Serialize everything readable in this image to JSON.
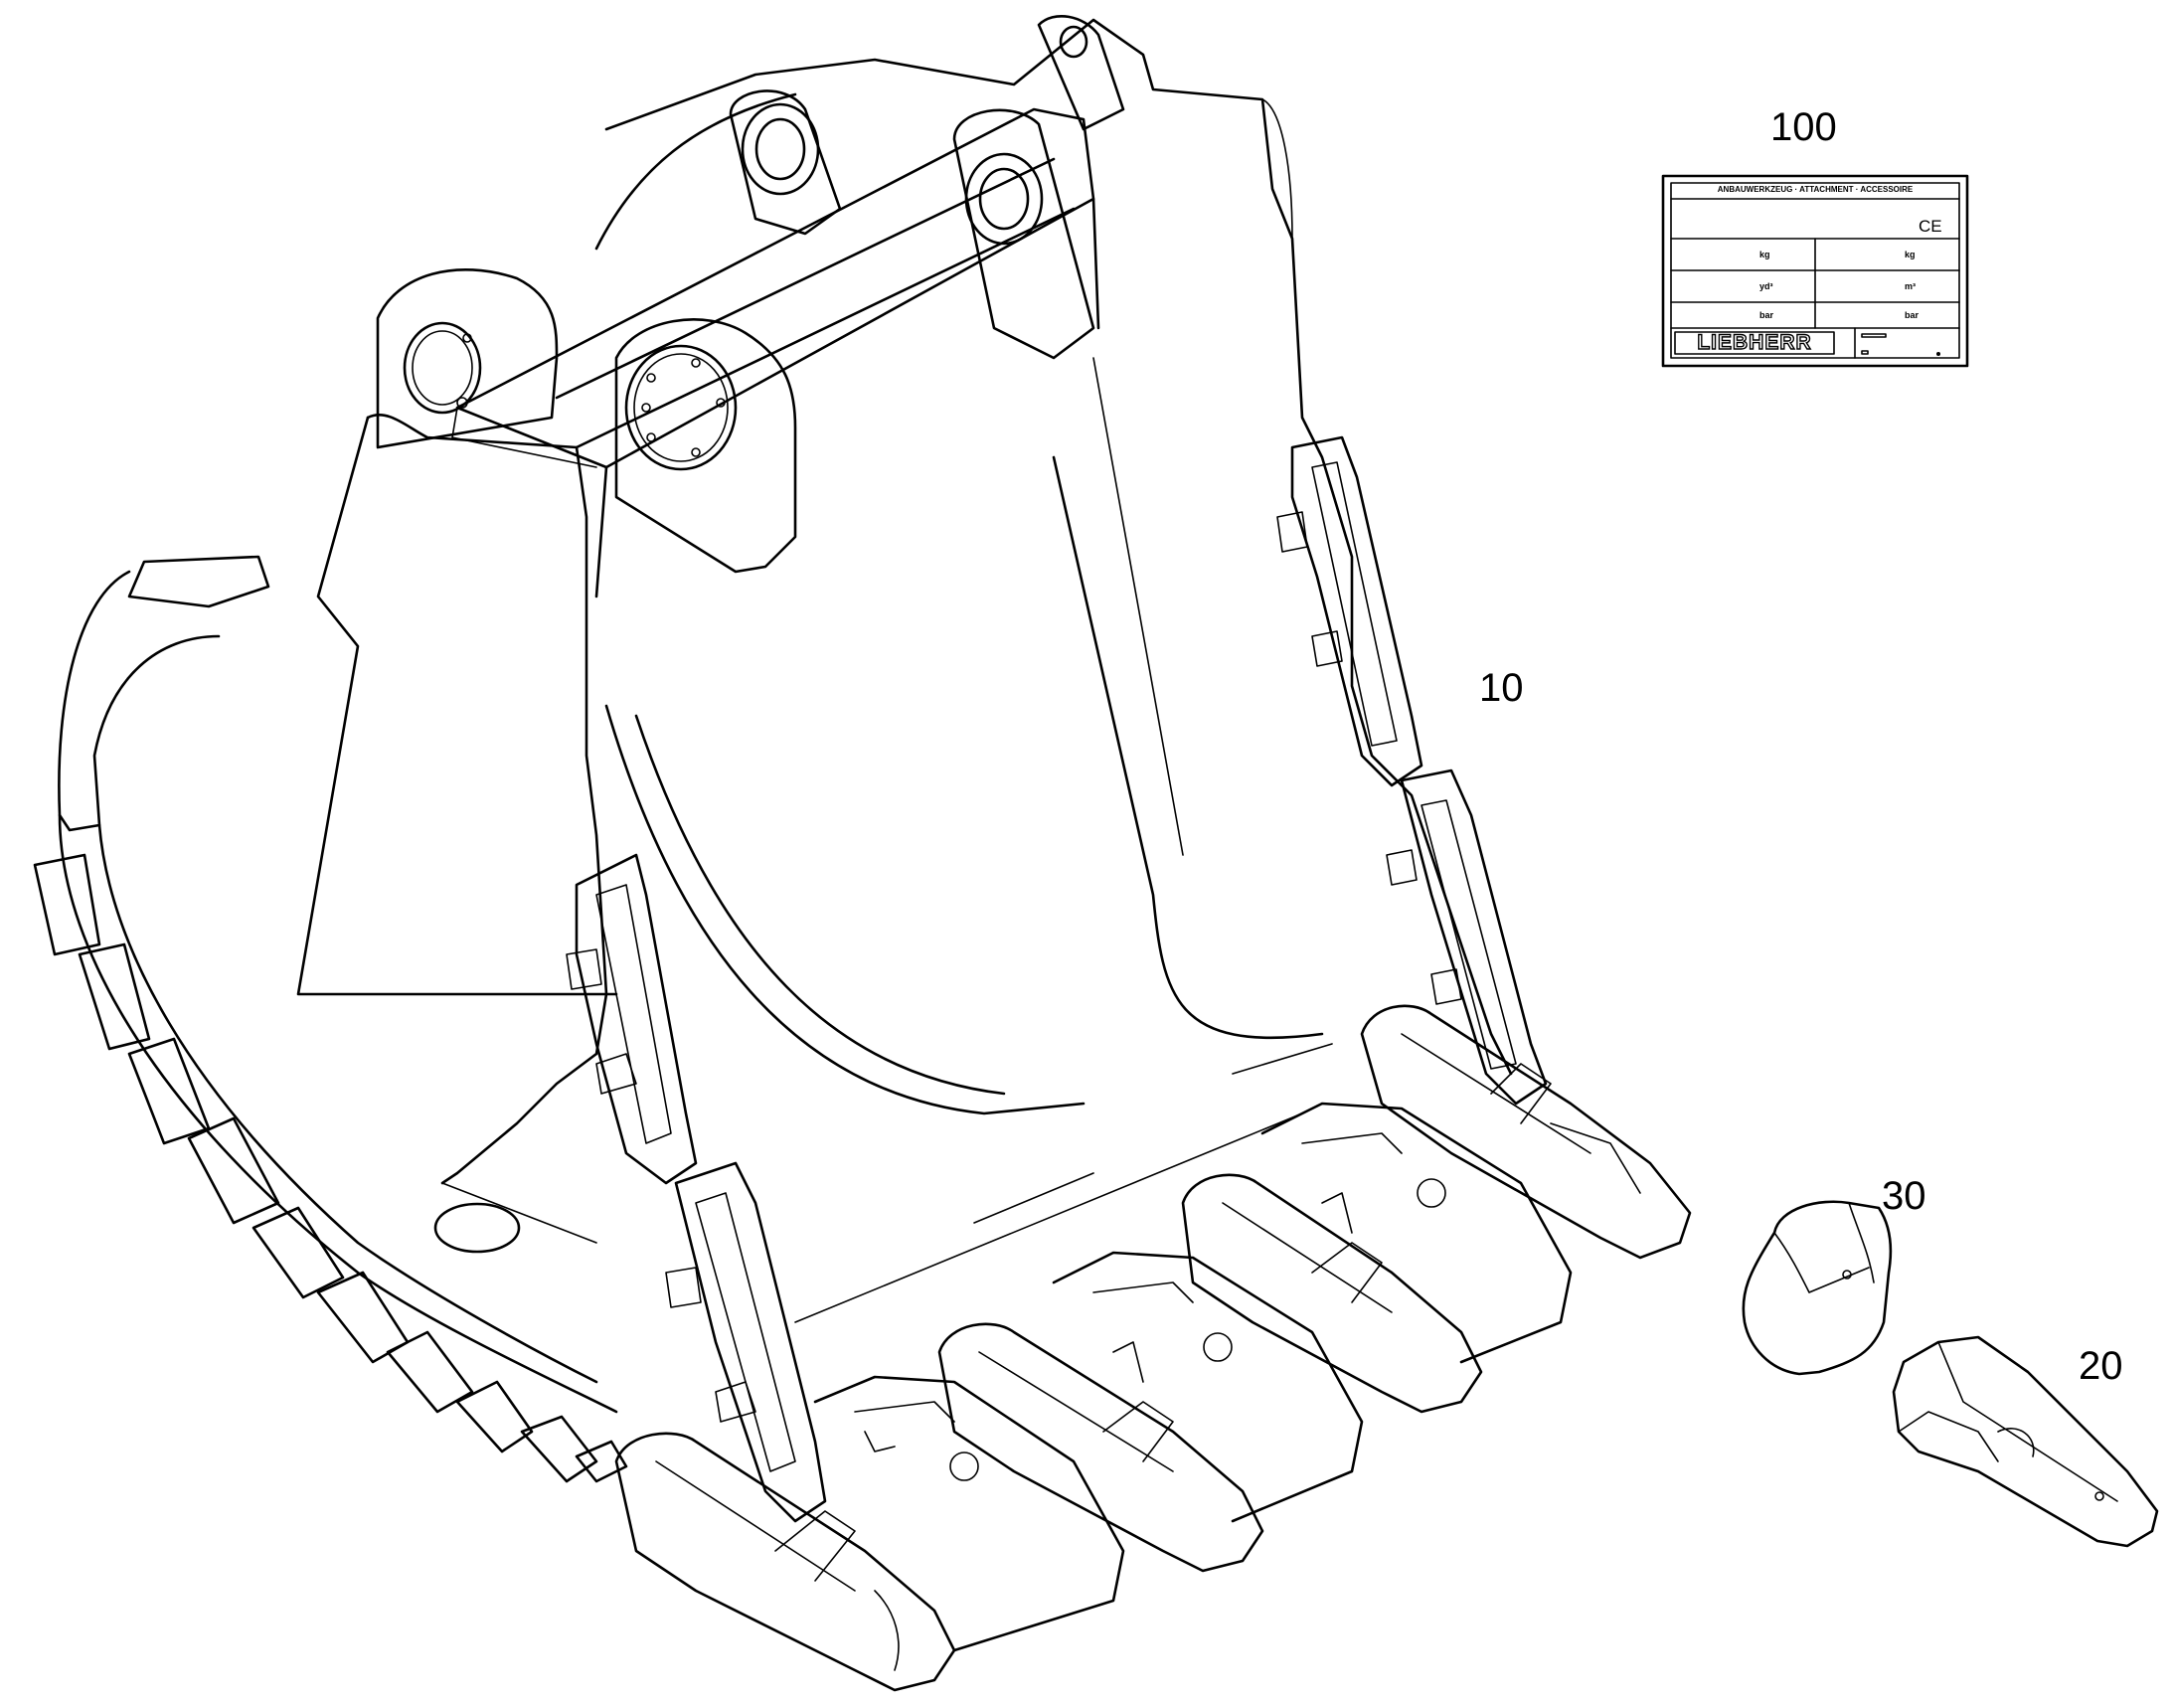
{
  "callouts": {
    "c100": "100",
    "c10": "10",
    "c30": "30",
    "c20": "20"
  },
  "plate": {
    "header": "ANBAUWERKZEUG  ·  ATTACHMENT  ·  ACCESSOIRE",
    "ce_mark": "CE",
    "row1_left_unit": "kg",
    "row1_right_unit": "kg",
    "row2_left_unit": "yd³",
    "row2_right_unit": "m³",
    "row3_left_unit": "bar",
    "row3_right_unit": "bar",
    "logo": "LIEBHERR"
  }
}
